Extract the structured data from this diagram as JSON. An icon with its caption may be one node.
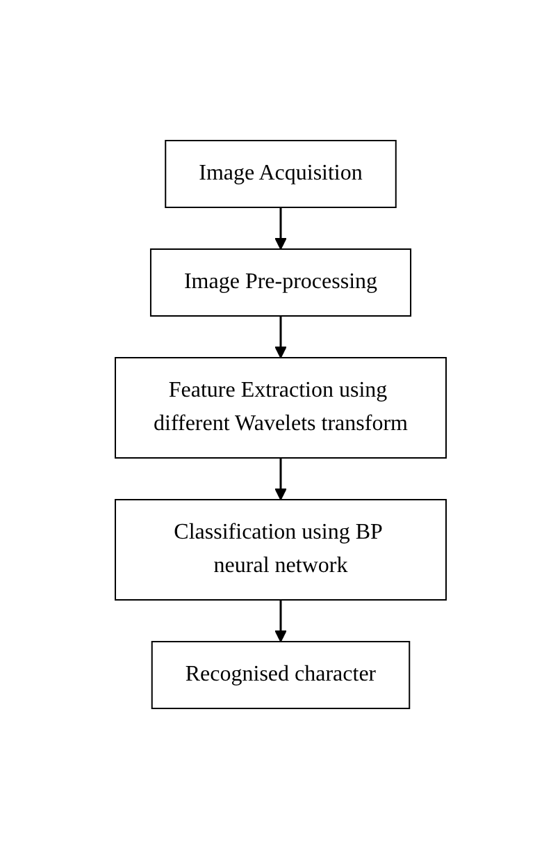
{
  "diagram": {
    "nodes": [
      {
        "text": [
          "Image Acquisition"
        ]
      },
      {
        "text": [
          "Image Pre-processing"
        ]
      },
      {
        "text": [
          "Feature Extraction using different Wavelets transform"
        ]
      },
      {
        "text": [
          "Classification using BP neural network"
        ]
      },
      {
        "text": [
          "Recognised character"
        ]
      }
    ],
    "edges": [
      {
        "from": 0,
        "to": 1,
        "arrow": "to"
      },
      {
        "from": 1,
        "to": 2,
        "arrow": "to"
      },
      {
        "from": 2,
        "to": 3,
        "arrow": "to"
      },
      {
        "from": 3,
        "to": 4,
        "arrow": "to"
      }
    ]
  }
}
